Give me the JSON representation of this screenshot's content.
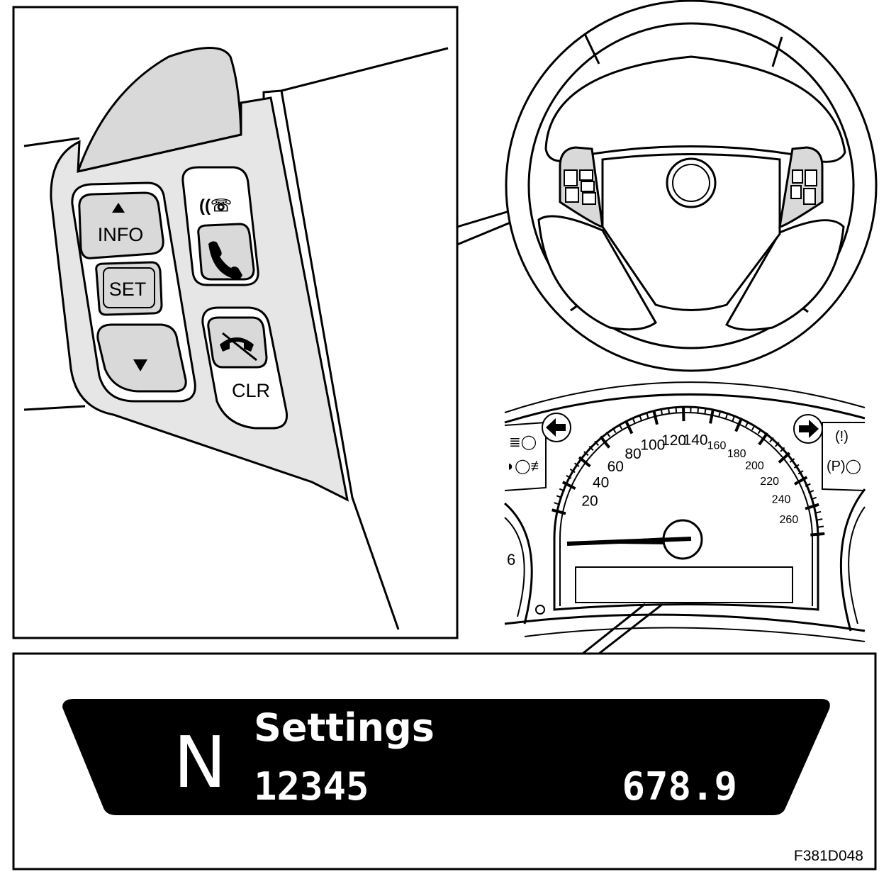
{
  "buttons": {
    "info": "INFO",
    "set": "SET",
    "clr": "CLR"
  },
  "speedometer": {
    "ticks": [
      "20",
      "40",
      "60",
      "80",
      "100",
      "120",
      "140",
      "160",
      "180",
      "200",
      "220",
      "240",
      "260"
    ]
  },
  "side_gauge_digit": "6",
  "display": {
    "gear": "N",
    "title": "Settings",
    "left_value": "12345",
    "right_value": "678.9"
  },
  "figure_code": "F381D048",
  "colors": {
    "ink": "#000000",
    "button_fill": "#d9d9d9",
    "panel_fill": "#e6e6e6",
    "display_bg": "#000000",
    "display_text": "#ffffff"
  }
}
